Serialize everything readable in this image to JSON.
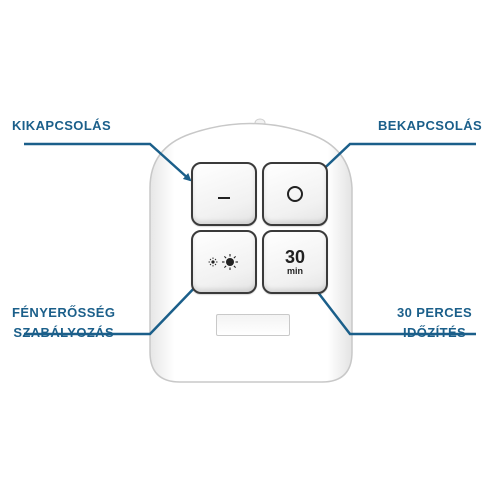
{
  "labels": {
    "off": "KIKAPCSOLÁS",
    "on": "BEKAPCSOLÁS",
    "brightness_line1": "FÉNYERŐSSÉG",
    "brightness_line2": "SZABÁLYOZÁS",
    "timer_line1": "30 PERCES",
    "timer_line2": "IDŐZÍTÉS"
  },
  "buttons": {
    "off_symbol": "–",
    "on_symbol": "O",
    "timer_value": "30",
    "timer_unit": "min"
  },
  "icons": [
    "minus-icon",
    "power-on-circle-icon",
    "brightness-sun-icon",
    "timer-icon"
  ],
  "colors": {
    "label_text": "#1b5f8a",
    "arrow": "#1b5f8a",
    "remote_body": "#ffffff",
    "button_border": "#3a3a3a"
  }
}
